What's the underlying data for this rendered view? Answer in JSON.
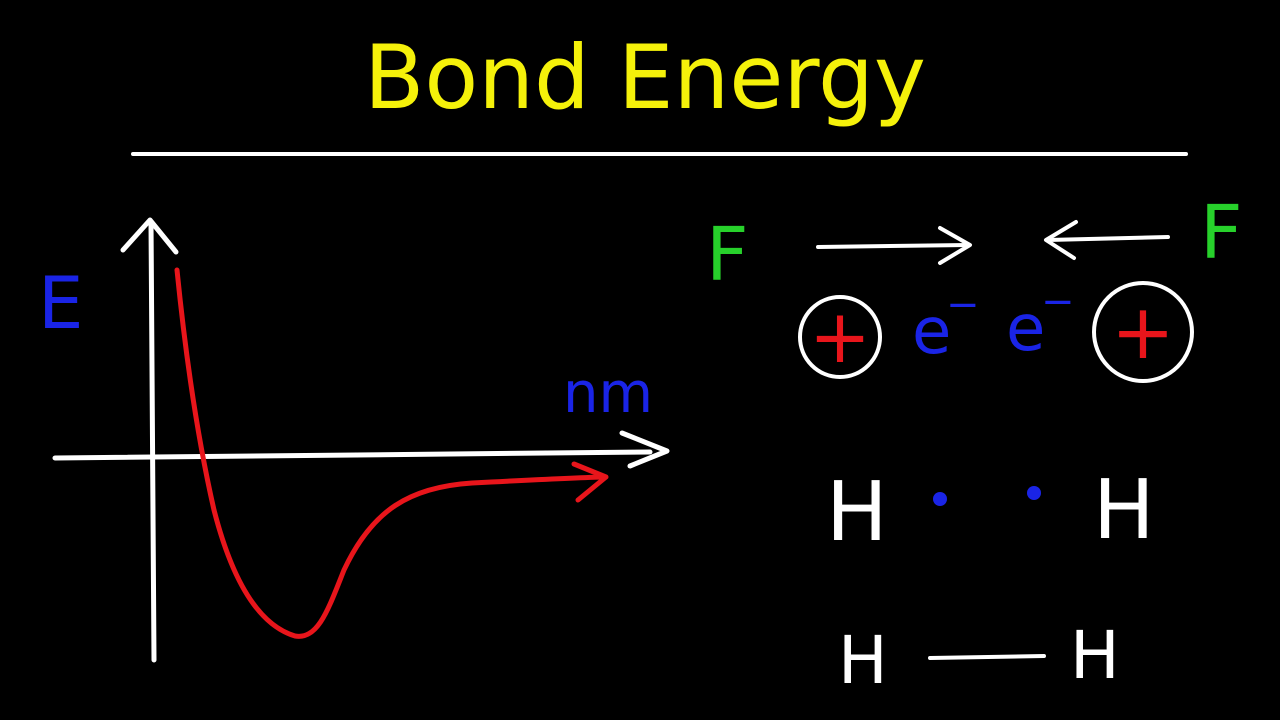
{
  "title": "Bond Energy",
  "colors": {
    "background": "#000000",
    "title": "#f5f10a",
    "line": "#ffffff",
    "curve": "#e8151b",
    "energy_label": "#1a24e6",
    "unit_label": "#1a24e6",
    "force": "#27d12b",
    "proton": "#e8151b",
    "electron": "#1a24e6",
    "hydrogen": "#ffffff"
  },
  "graph": {
    "y_axis_label": "E",
    "x_axis_label": "nm"
  },
  "fluorine": {
    "left_label": "F",
    "right_label": "F",
    "electron_left": "e",
    "electron_right": "e",
    "electron_charge": "−",
    "proton_symbol": "+"
  },
  "hydrogen_dots": {
    "left": "H",
    "right": "H"
  },
  "hydrogen_bond": {
    "left": "H",
    "right": "H"
  }
}
